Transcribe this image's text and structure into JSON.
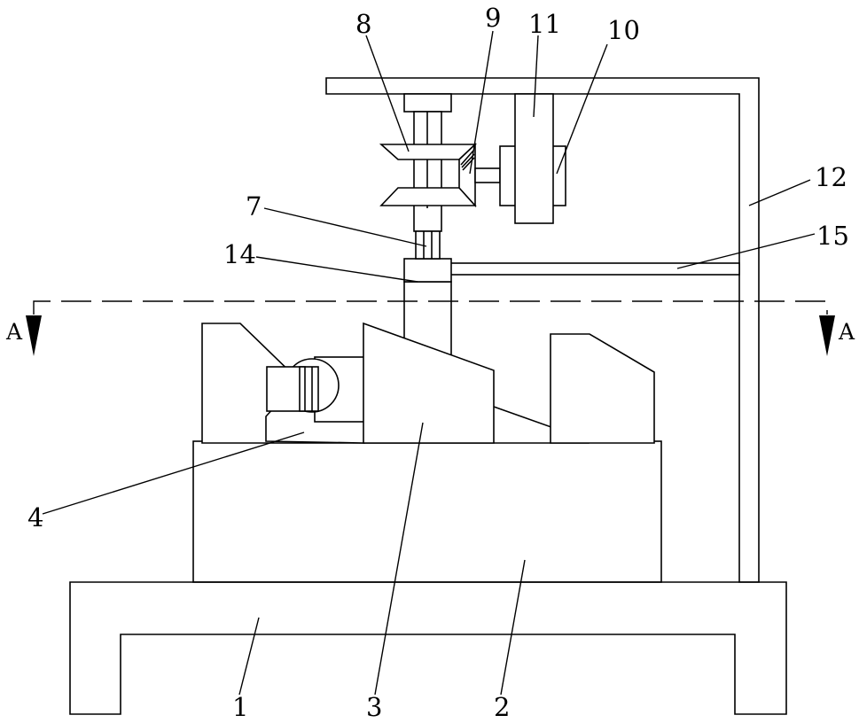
{
  "labels": {
    "l1": "1",
    "l2": "2",
    "l3": "3",
    "l4": "4",
    "l7": "7",
    "l8": "8",
    "l9": "9",
    "l10": "10",
    "l11": "11",
    "l12": "12",
    "l14": "14",
    "l15": "15"
  },
  "section": {
    "left": "A",
    "right": "A"
  }
}
